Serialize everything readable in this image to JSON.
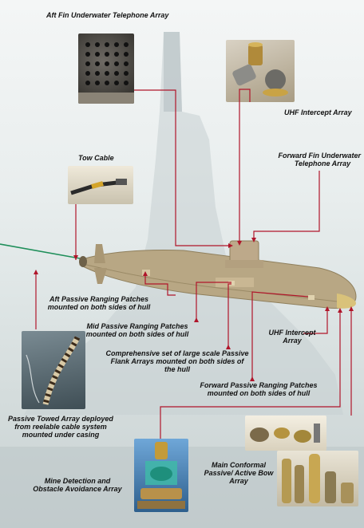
{
  "labels": {
    "aft_fin_array": "Aft Fin Underwater Telephone Array",
    "uhf_intercept_top": "UHF Intercept Array",
    "tow_cable": "Tow Cable",
    "forward_fin_array_line1": "Forward Fin Underwater",
    "forward_fin_array_line2": "Telephone Array",
    "aft_passive_line1": "Aft Passive Ranging Patches",
    "aft_passive_line2": "mounted on both sides of hull",
    "mid_passive_line1": "Mid Passive Ranging Patches",
    "mid_passive_line2": "mounted on both sides of hull",
    "flank_line1": "Comprehensive set of large scale Passive",
    "flank_line2": "Flank Arrays mounted on both sides of",
    "flank_line3": "the hull",
    "uhf_intercept_mid_line1": "UHF Intercept",
    "uhf_intercept_mid_line2": "Array",
    "forward_passive_line1": "Forward Passive Ranging Patches",
    "forward_passive_line2": "mounted on both sides of hull",
    "towed_line1": "Passive Towed Array deployed",
    "towed_line2": "from reelable cable system",
    "towed_line3": "mounted under casing",
    "mine_line1": "Mine Detection and",
    "mine_line2": "Obstacle Avoidance Array",
    "bow_line1": "Main Conformal",
    "bow_line2": "Passive/ Active Bow",
    "bow_line3": "Array"
  },
  "colors": {
    "leader_line": "#b0152a",
    "tow_line": "#1f8f5a",
    "hull": "#b8a784"
  }
}
